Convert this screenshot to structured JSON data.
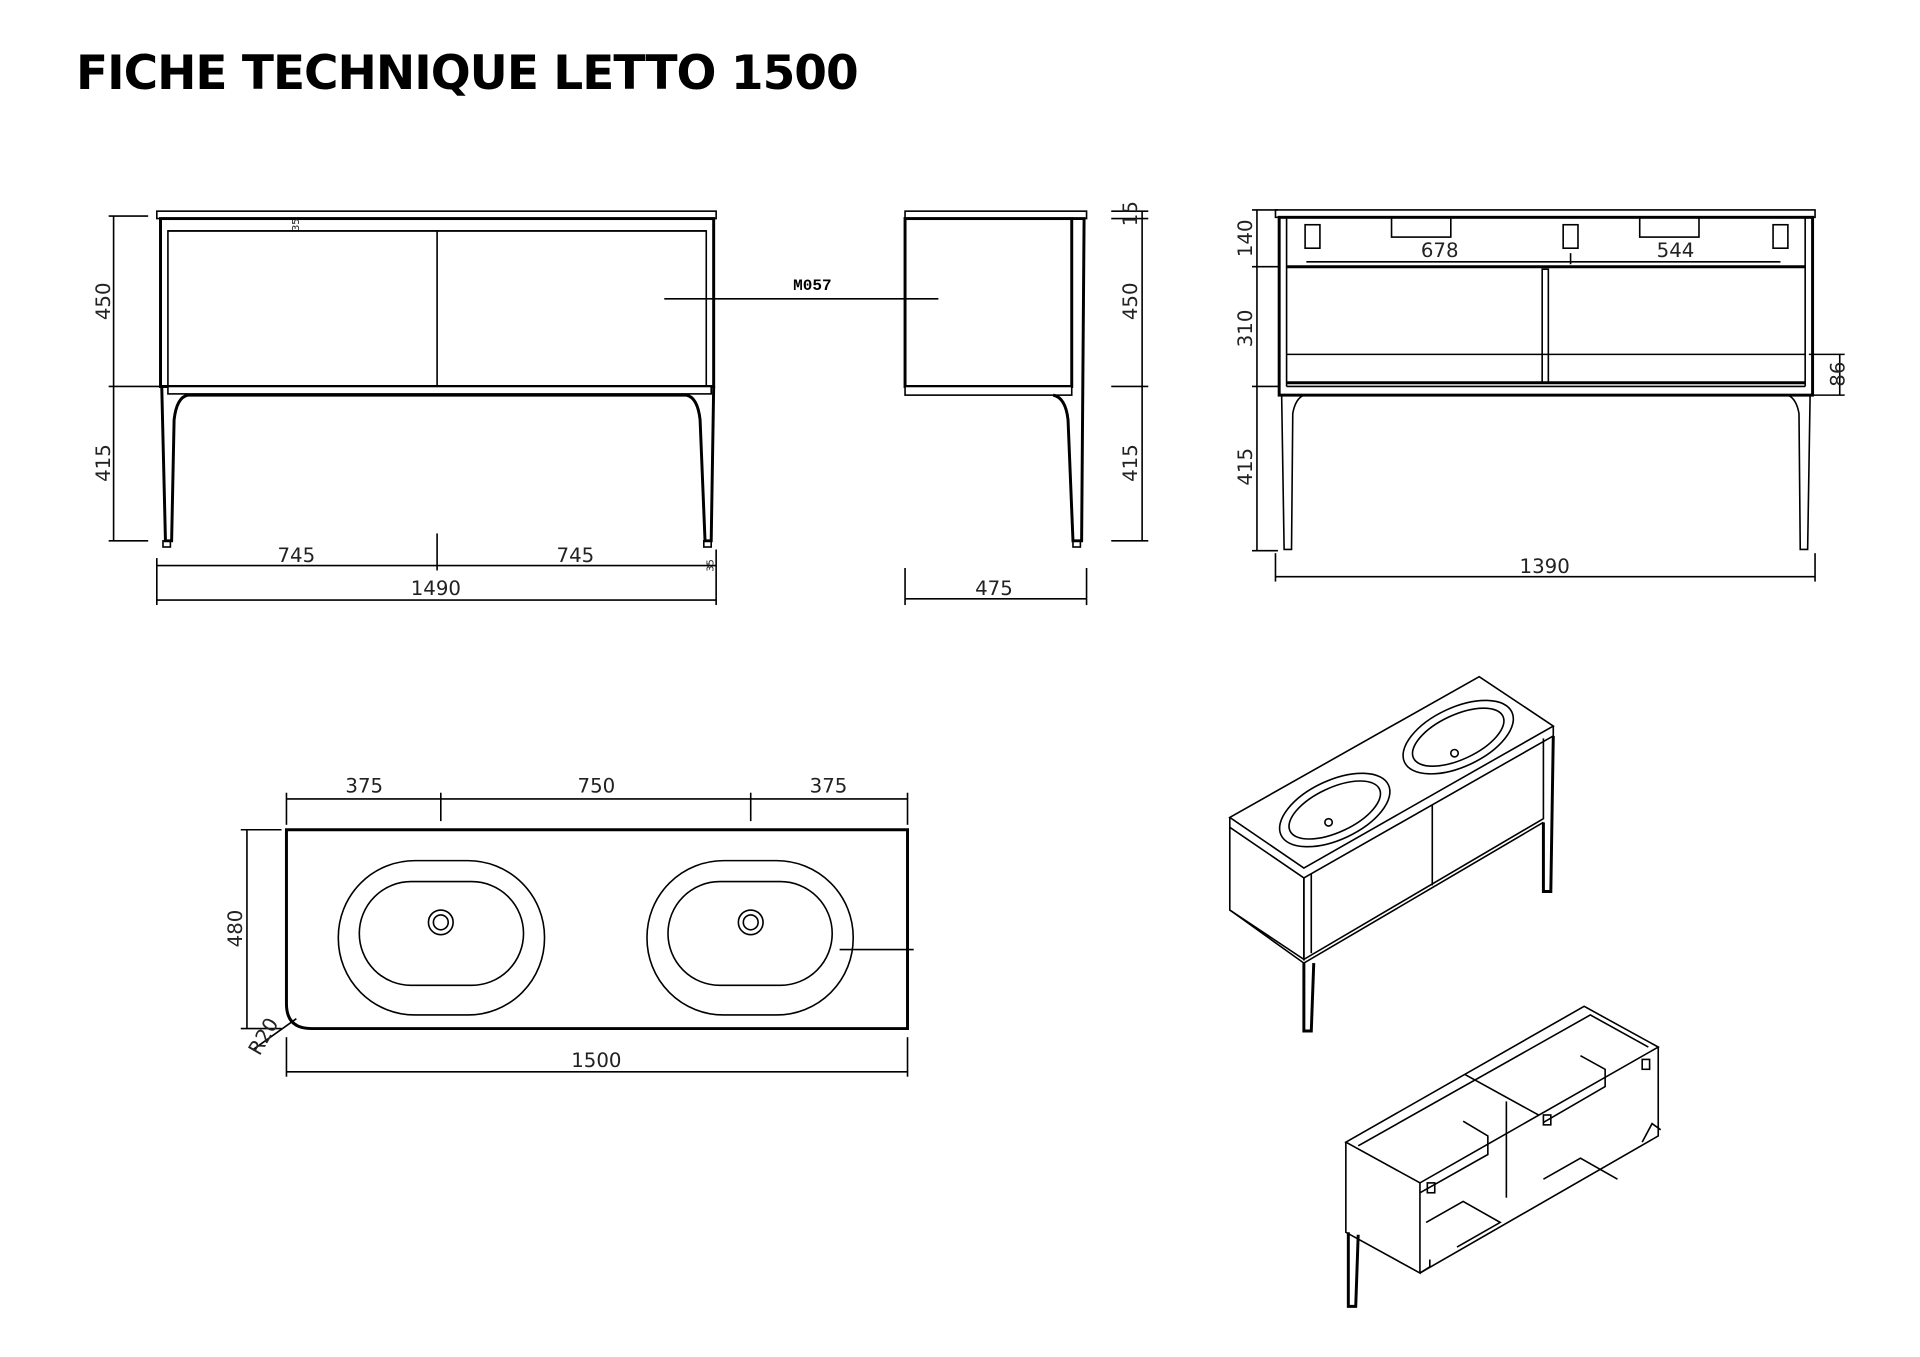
{
  "title": "FICHE TECHNIQUE LETTO 1500",
  "front_view": {
    "top_reveal": "35",
    "h_cabinet": "450",
    "h_legs": "415",
    "door_left": "745",
    "door_right": "745",
    "total_width": "1490",
    "foot_offset": "35"
  },
  "material_callout": "M057",
  "side_view": {
    "top_thickness": "15",
    "h_cabinet": "450",
    "h_legs": "415",
    "depth": "475"
  },
  "back_view": {
    "h_top": "140",
    "h_middle": "310",
    "h_legs": "415",
    "bracket_left": "678",
    "bracket_right": "544",
    "shelf_height": "86",
    "total_width": "1390"
  },
  "top_view": {
    "left_margin": "375",
    "basin_spacing": "750",
    "right_margin": "375",
    "depth": "480",
    "corner_radius": "R20",
    "total_width": "1500"
  }
}
